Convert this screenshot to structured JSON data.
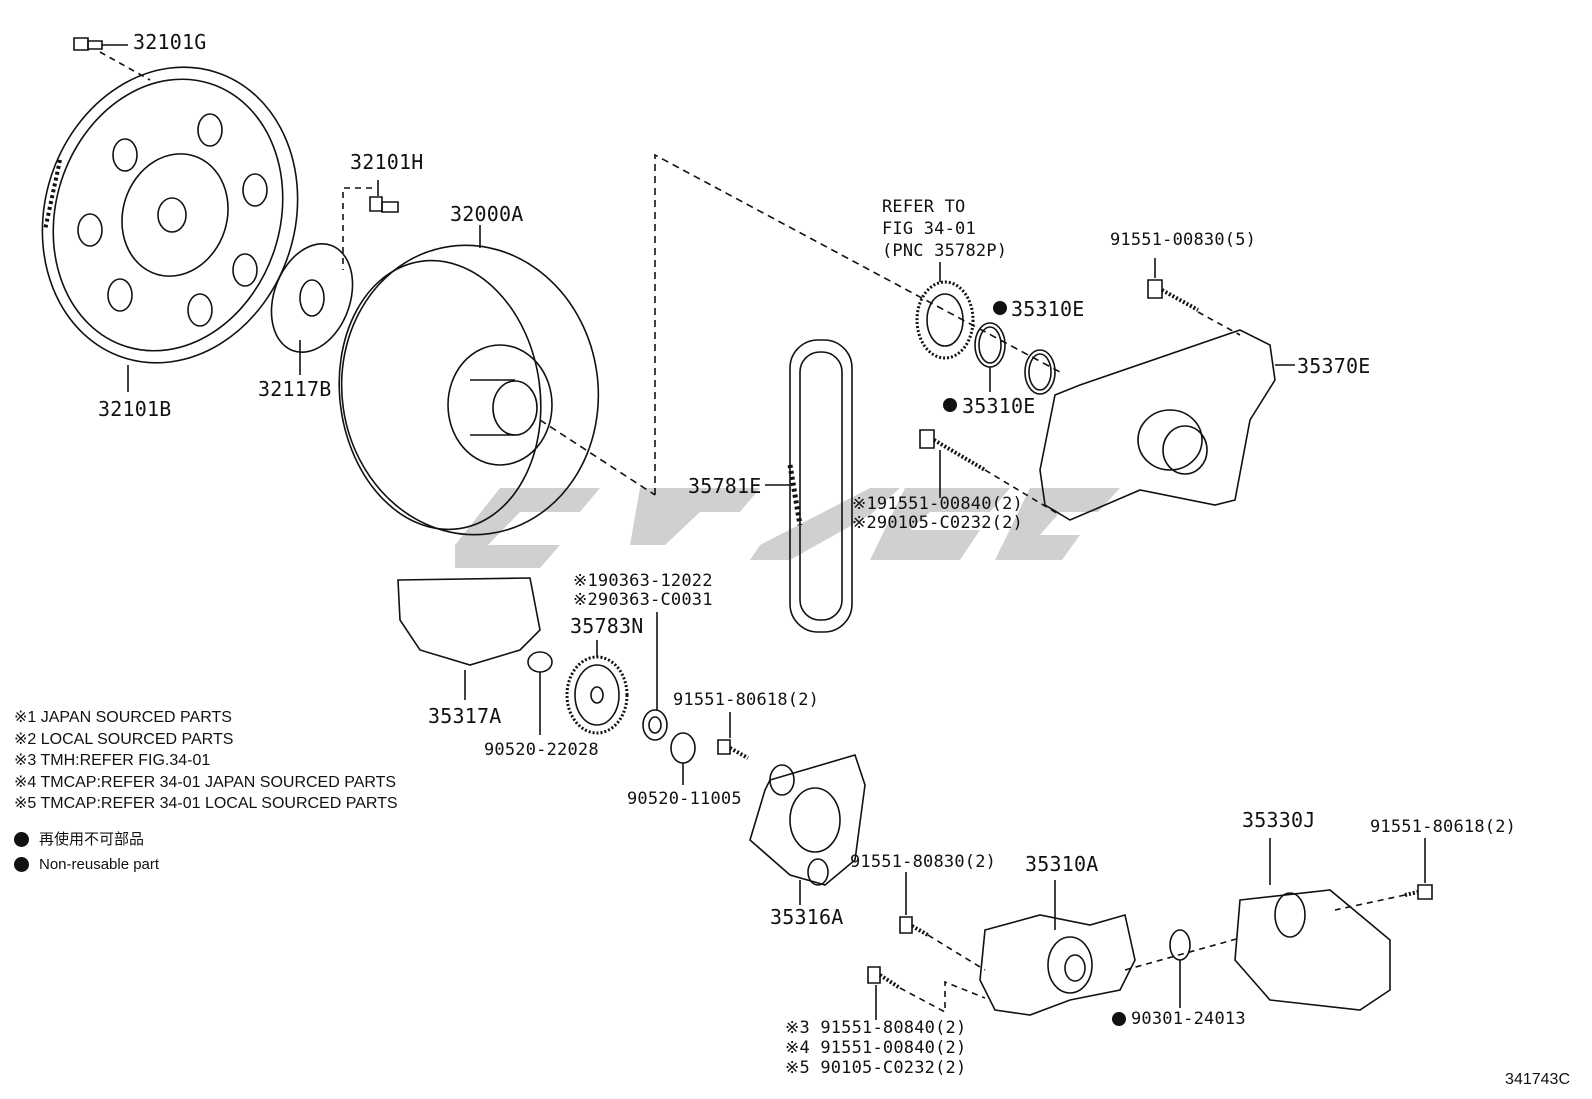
{
  "parts": {
    "p32101G": "32101G",
    "p32101B": "32101B",
    "p32101H": "32101H",
    "p32117B": "32117B",
    "p32000A": "32000A",
    "refer_line1": "REFER TO",
    "refer_line2": "FIG 34-01",
    "refer_line3": "(PNC 35782P)",
    "p35310E_a": "35310E",
    "p35310E_b": "35310E",
    "p91551_00830": "91551-00830(5)",
    "p35370E": "35370E",
    "p35781E": "35781E",
    "p91551_00840_j": "※191551-00840(2)",
    "p90105_c0232_l": "※290105-C0232(2)",
    "p90363_12022": "※190363-12022",
    "p90363_c0031": "※290363-C0031",
    "p35783N": "35783N",
    "p35317A": "35317A",
    "p90520_22028": "90520-22028",
    "p91551_80618_a": "91551-80618(2)",
    "p90520_11005": "90520-11005",
    "p35316A": "35316A",
    "p91551_80830": "91551-80830(2)",
    "p35310A": "35310A",
    "p35330J": "35330J",
    "p91551_80618_b": "91551-80618(2)",
    "p90301_24013": "90301-24013",
    "p91551_80840_3": "※3 91551-80840(2)",
    "p91551_00840_4": "※4 91551-00840(2)",
    "p90105_c0232_5": "※5 90105-C0232(2)"
  },
  "notes": [
    "※1 JAPAN SOURCED PARTS",
    "※2 LOCAL SOURCED PARTS",
    "※3 TMH:REFER FIG.34-01",
    "※4 TMCAP:REFER 34-01 JAPAN SOURCED PARTS",
    "※5 TMCAP:REFER 34-01 LOCAL SOURCED PARTS"
  ],
  "legend": {
    "non_reusable_jp": "再使用不可部品",
    "non_reusable_en": "Non-reusable part"
  },
  "diagram_id": "341743C",
  "colors": {
    "ink": "#111111",
    "watermark": "#c8c8c8"
  }
}
